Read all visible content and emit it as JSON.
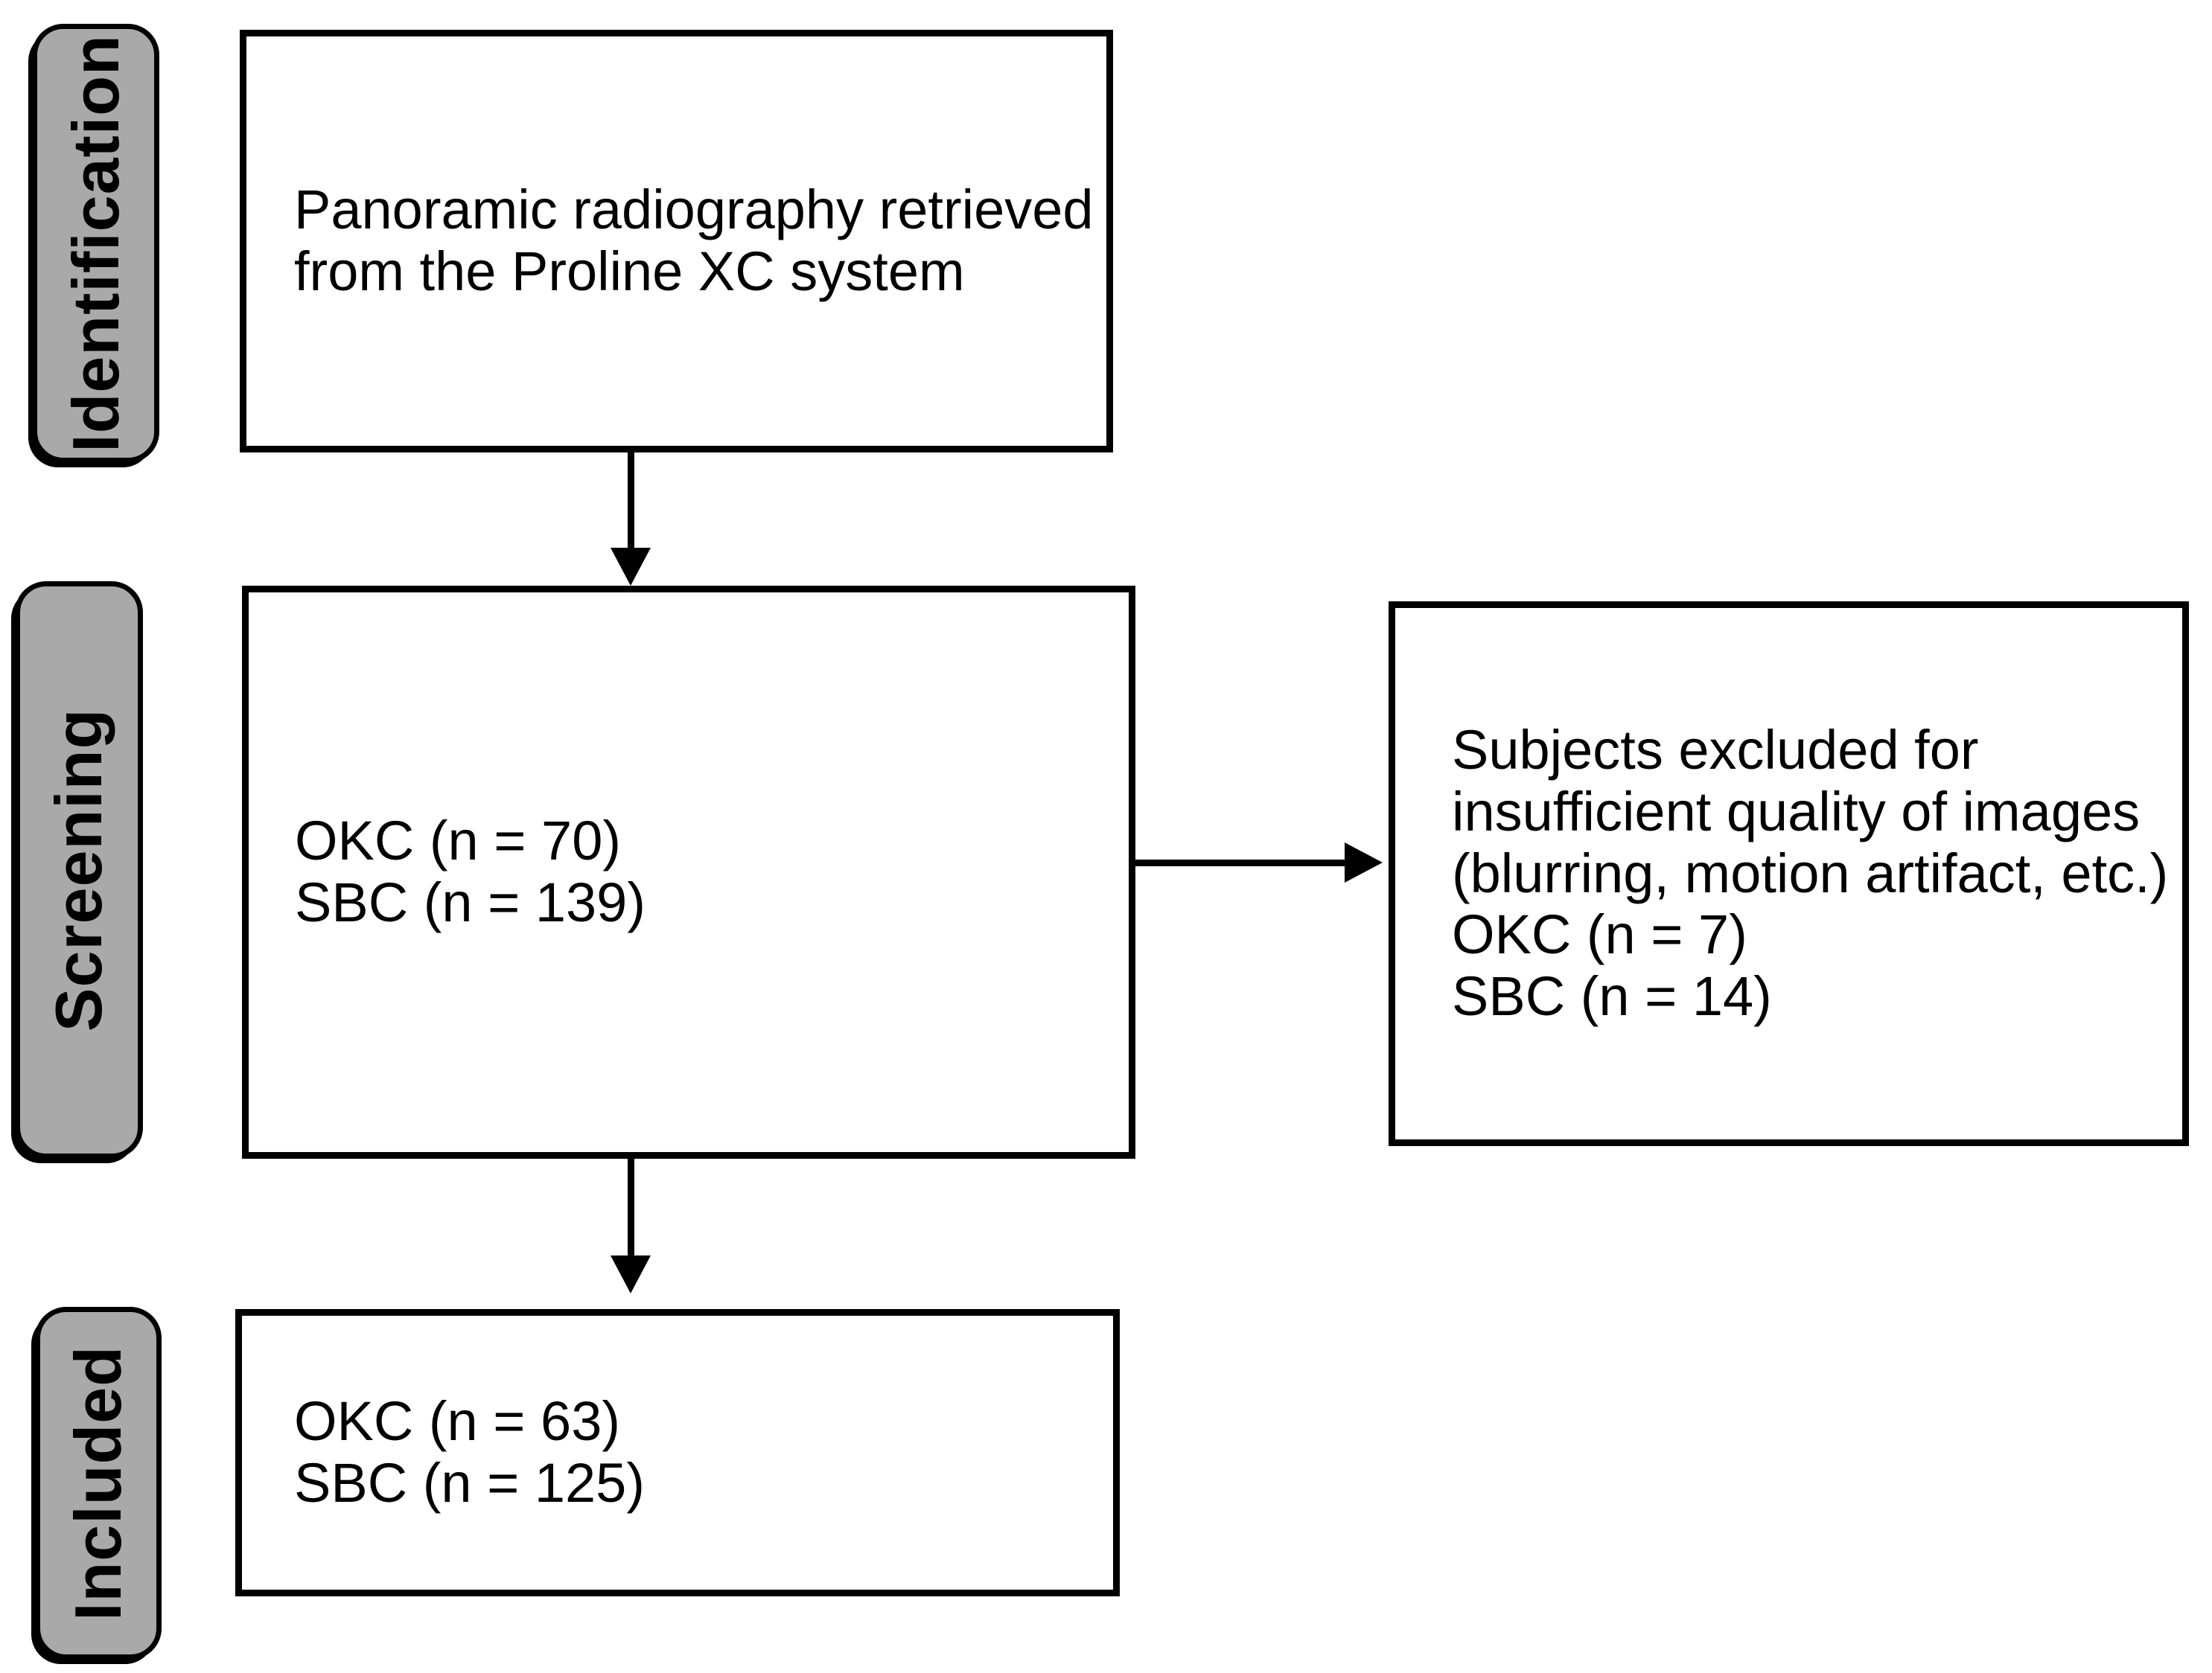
{
  "colors": {
    "stage_label_fill": "#a9a9a9",
    "border": "#000000",
    "box_fill": "#ffffff",
    "text": "#000000"
  },
  "stages": [
    {
      "label": "Identification"
    },
    {
      "label": "Screening"
    },
    {
      "label": "Included"
    }
  ],
  "boxes": {
    "identification": {
      "lines": [
        "Panoramic radiography retrieved",
        "from the Proline XC system"
      ]
    },
    "screening": {
      "lines": [
        "OKC (n = 70)",
        "SBC (n = 139)"
      ]
    },
    "excluded": {
      "lines": [
        "Subjects excluded for",
        "insufficient quality of images",
        "(blurring, motion artifact, etc.)",
        "OKC (n = 7)",
        "SBC (n = 14)"
      ]
    },
    "included": {
      "lines": [
        "OKC (n = 63)",
        "SBC (n = 125)"
      ]
    }
  }
}
